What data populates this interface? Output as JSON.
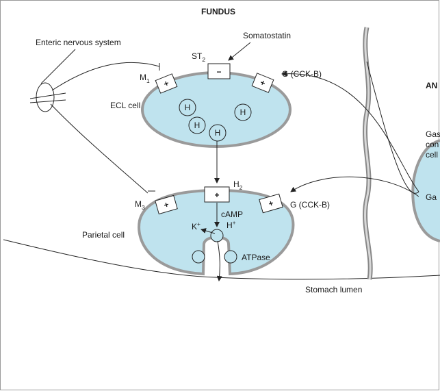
{
  "regions": {
    "fundus": "FUNDUS",
    "antrum_partial": "AN",
    "stomach_lumen": "Stomach lumen"
  },
  "labels": {
    "enteric_nervous_system": "Enteric nervous system",
    "somatostatin": "Somatostatin",
    "ecl_cell": "ECL cell",
    "parietal_cell": "Parietal cell",
    "camp": "cAMP",
    "atpase": "ATPase",
    "gastrin_cell_partial": [
      "Gas",
      "con",
      "cell"
    ],
    "gastrin_partial": "Ga"
  },
  "receptors": {
    "m1": {
      "base": "M",
      "sub": "1",
      "sign": "+"
    },
    "st2": {
      "base": "ST",
      "sub": "2",
      "sign": "−"
    },
    "g_ecl": {
      "label": "G (CCK-B)",
      "sign": "+"
    },
    "m3": {
      "base": "M",
      "sub": "3",
      "sign": "+"
    },
    "h2": {
      "base": "H",
      "sub": "2",
      "sign": "+"
    },
    "g_parietal": {
      "label": "G (CCK-B)",
      "sign": "+"
    }
  },
  "ions": {
    "histamine": "H",
    "k": {
      "base": "K",
      "sup": "+"
    },
    "h": {
      "base": "H",
      "sup": "+"
    }
  },
  "colors": {
    "cell_fill": "#bfe3ee",
    "membrane": "#9a9a9a",
    "line": "#222222"
  }
}
